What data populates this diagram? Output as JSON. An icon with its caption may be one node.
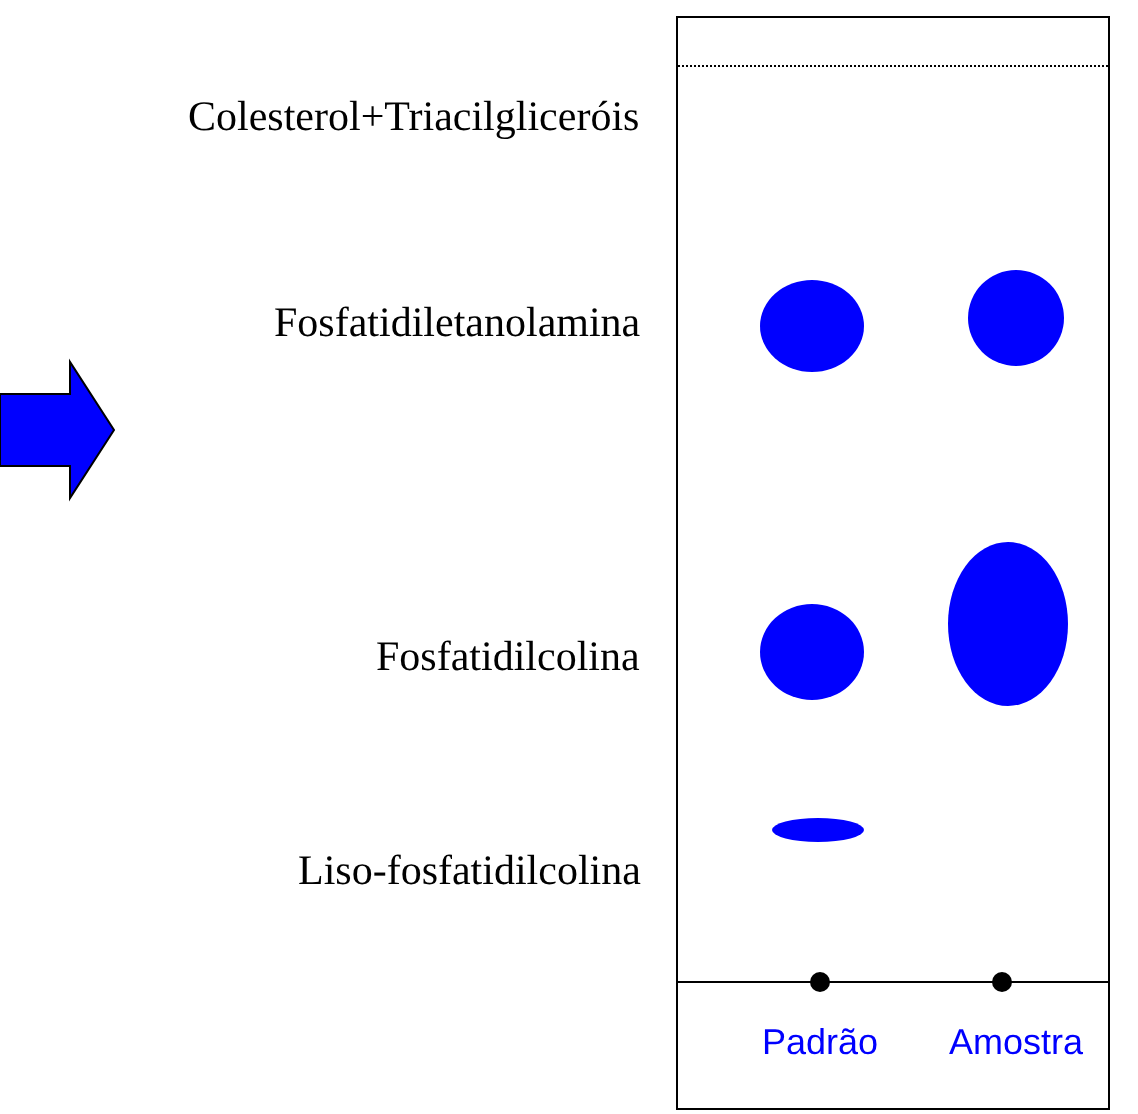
{
  "diagram": {
    "labels": [
      "Colesterol+Triacilgliceróis",
      "Fosfatidiletanolamina",
      "Fosfatidilcolina",
      "Liso-fosfatidilcolina",
      "Padrão",
      "Amostra"
    ]
  }
}
